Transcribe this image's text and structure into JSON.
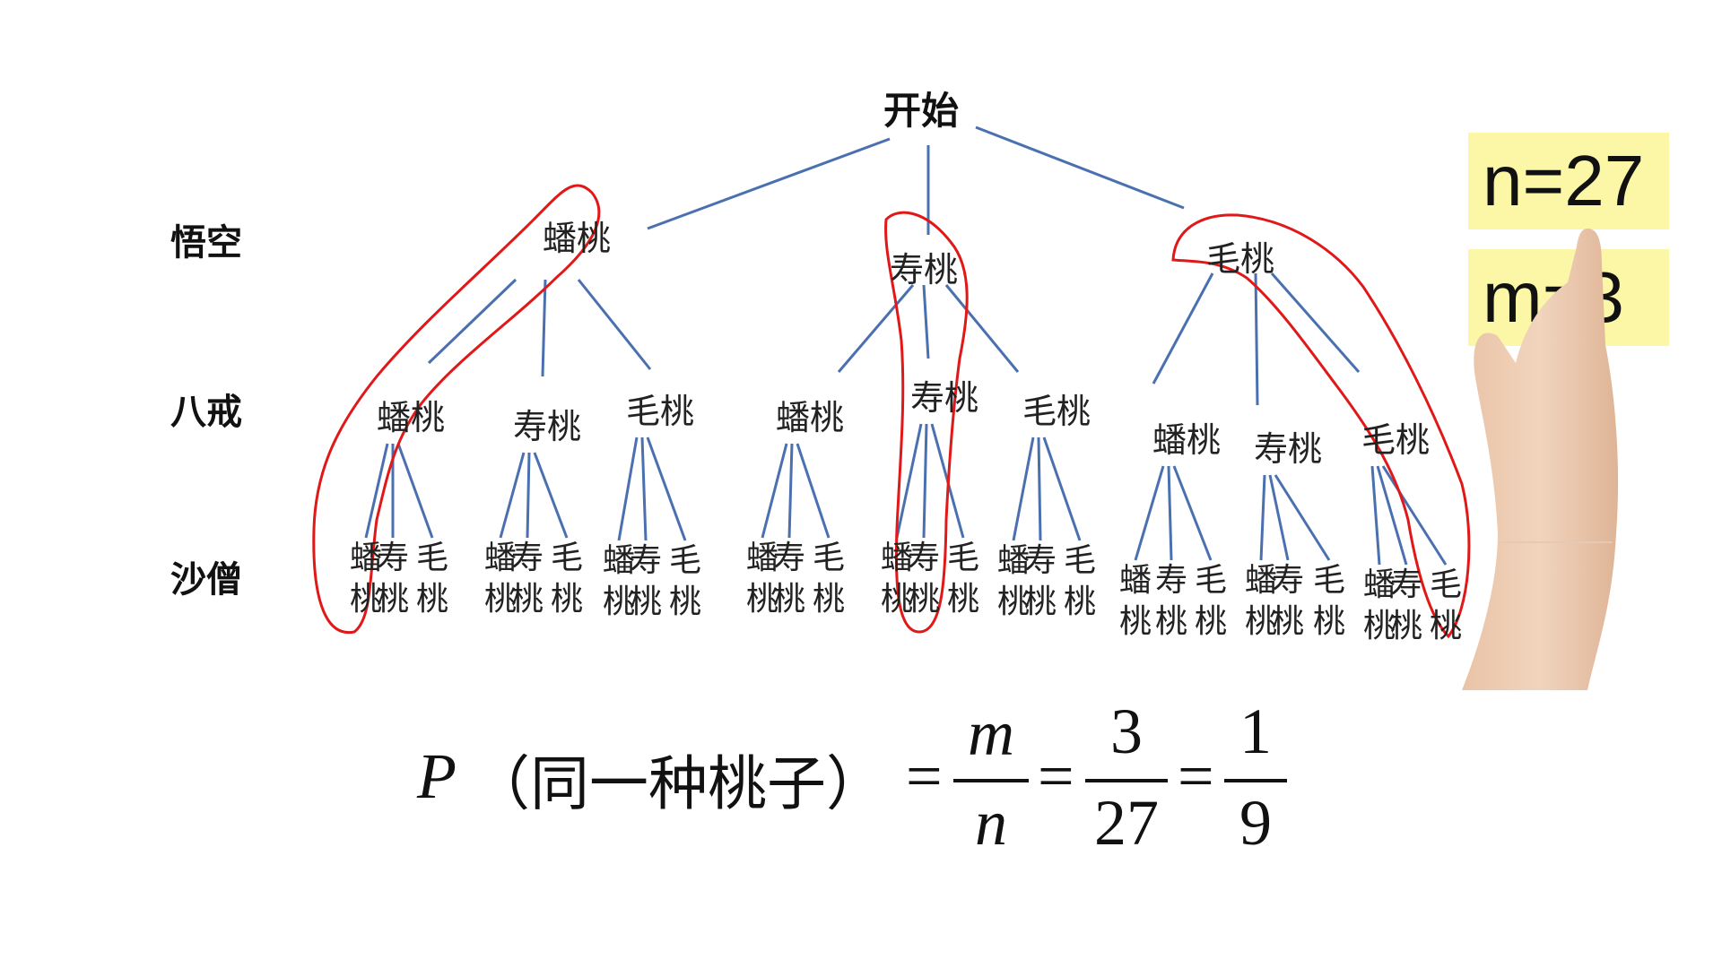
{
  "tree": {
    "root": "开始",
    "row_labels": [
      "悟空",
      "八戒",
      "沙僧"
    ],
    "level1": [
      "蟠桃",
      "寿桃",
      "毛桃"
    ],
    "level2": [
      "蟠桃",
      "寿桃",
      "毛桃"
    ],
    "leaves": [
      [
        "蟠",
        "桃"
      ],
      [
        "寿",
        "桃"
      ],
      [
        "毛",
        "桃"
      ]
    ],
    "highlighted_paths": [
      "蟠桃-蟠桃-蟠桃",
      "寿桃-寿桃-寿桃",
      "毛桃-毛桃-毛桃"
    ]
  },
  "counts": {
    "n_label": "n=27",
    "m_label": "m=3"
  },
  "formula": {
    "p": "P",
    "event": "（同一种桃子）",
    "eq": "=",
    "m": "m",
    "n": "n",
    "num1": "3",
    "den1": "27",
    "num2": "1",
    "den2": "9"
  },
  "colors": {
    "line": "#4a70b0",
    "highlight": "#e01818",
    "box": "#fbf7a6"
  }
}
